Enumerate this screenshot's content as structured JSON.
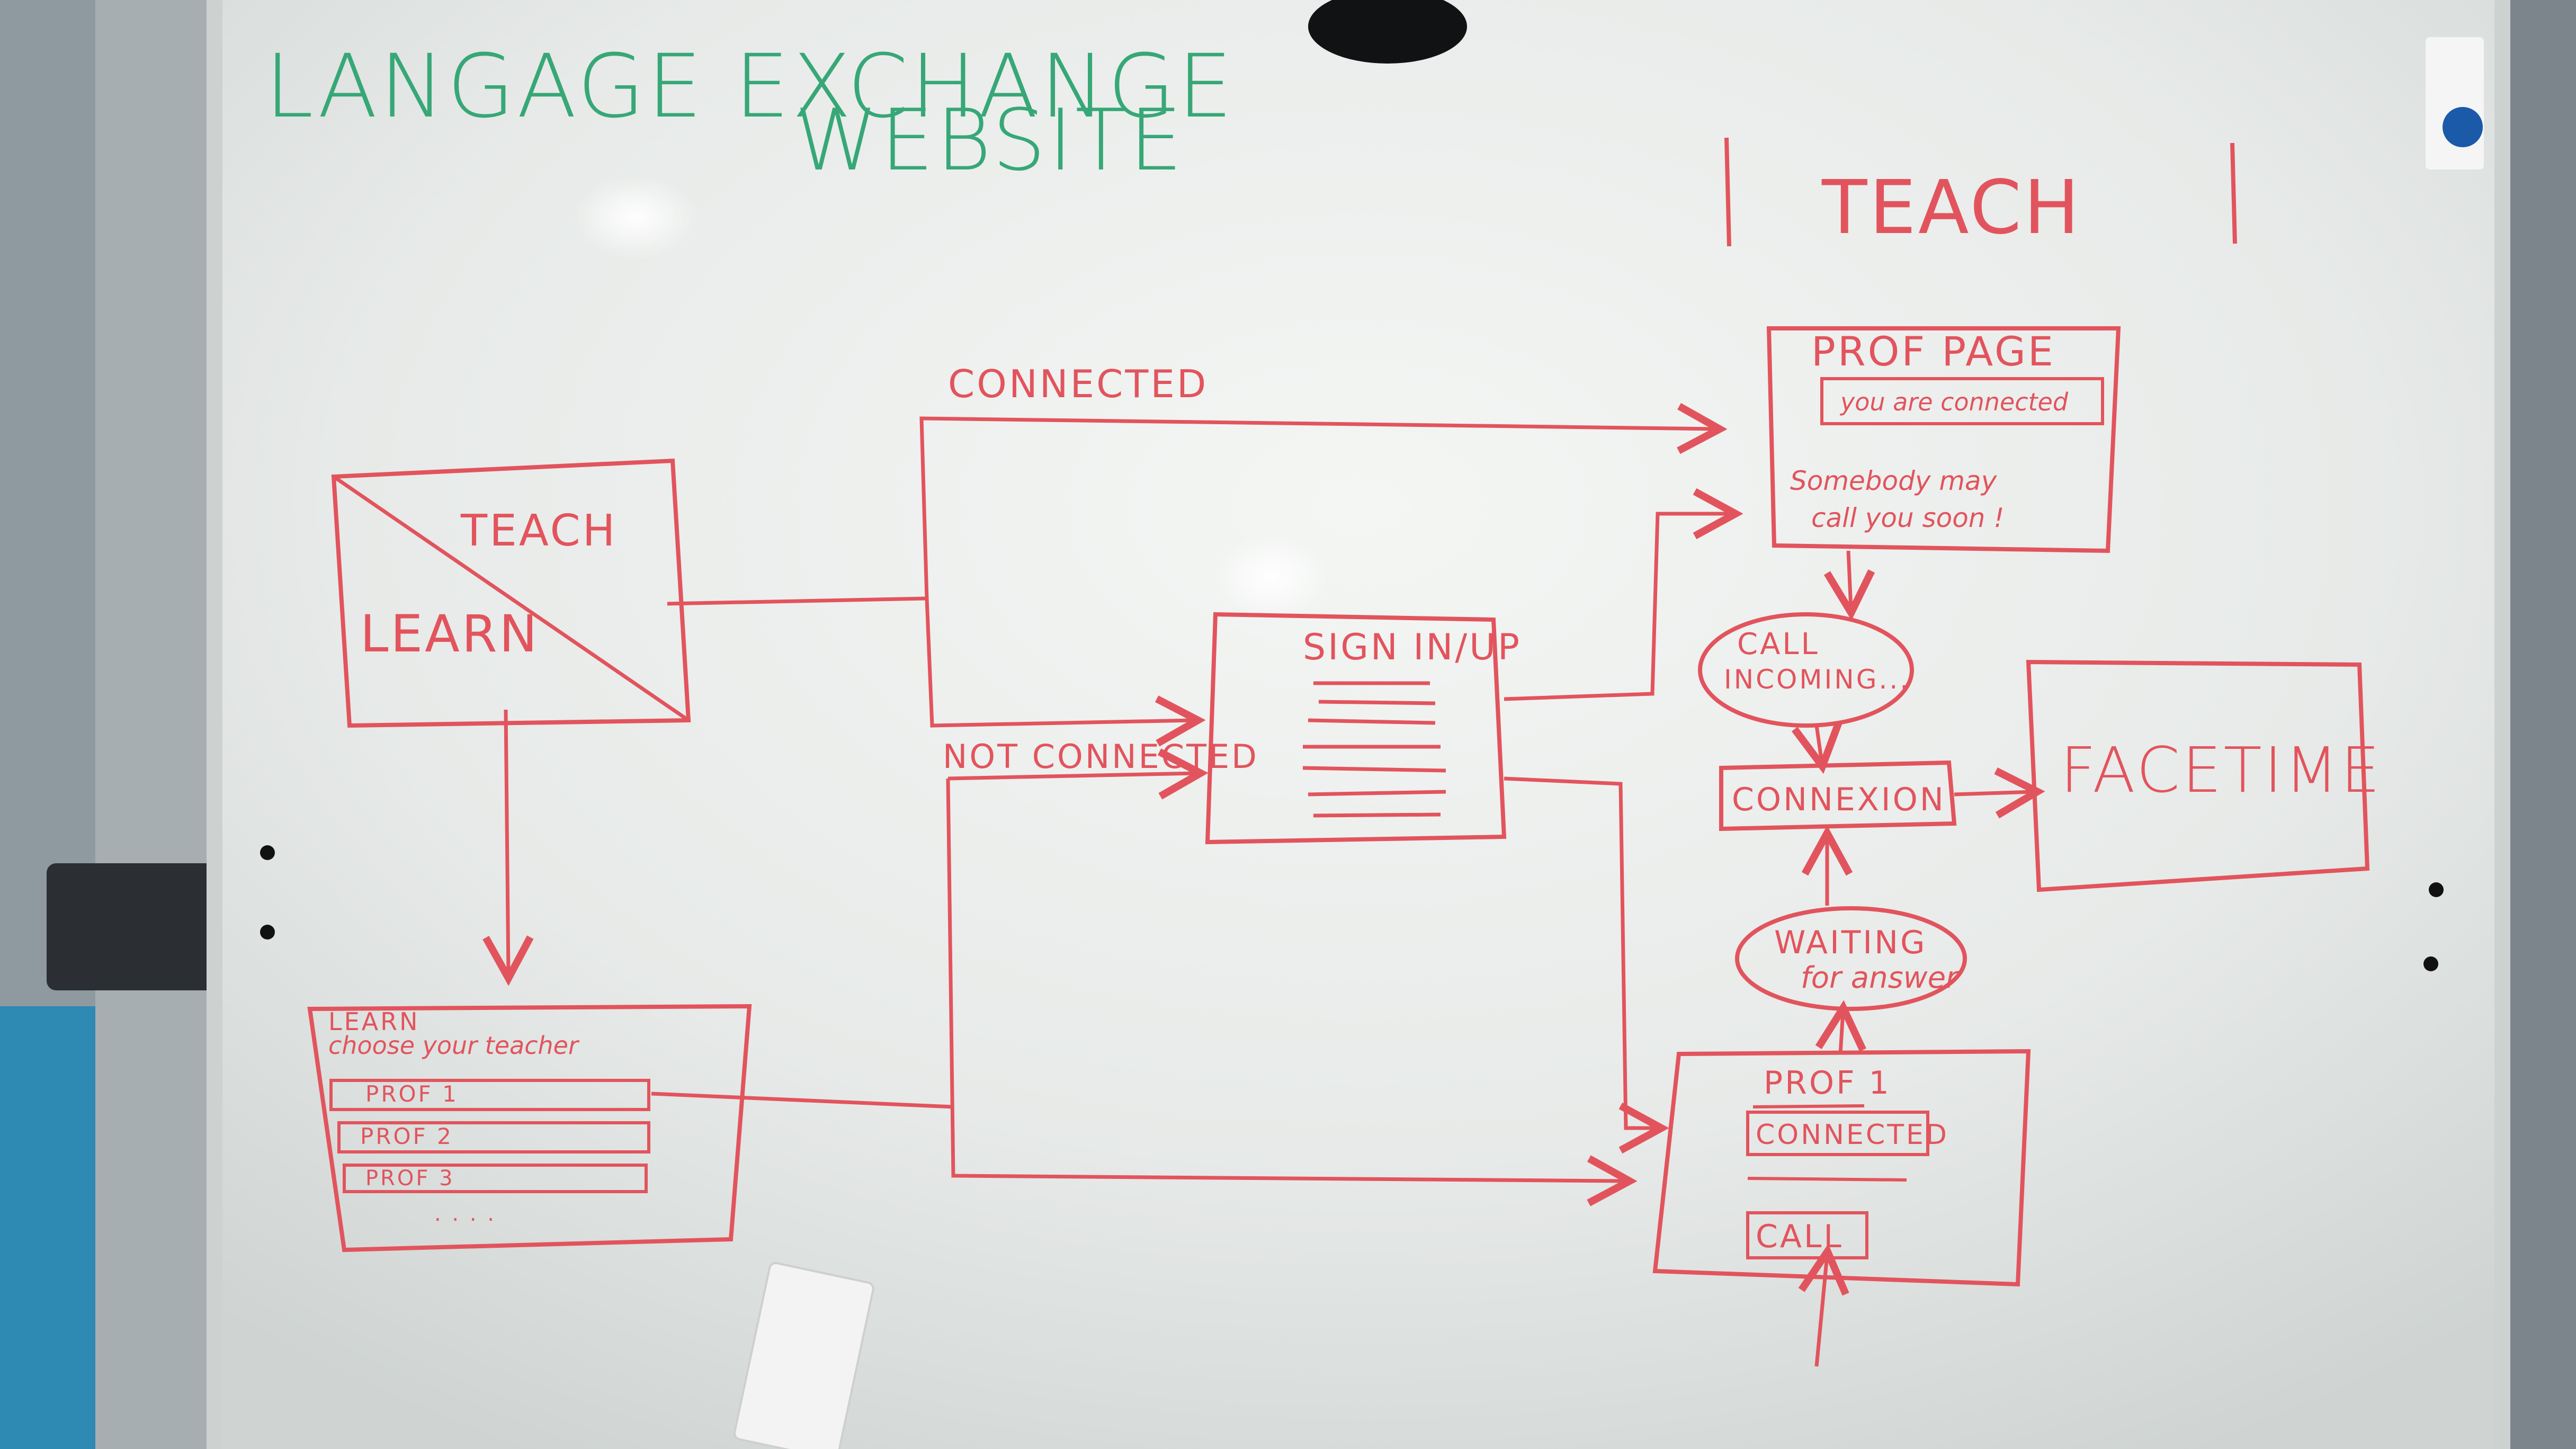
{
  "board": {
    "title_line1": "LANGAGE EXCHANGE",
    "title_line2": "WEBSITE",
    "section_teach": "TEACH"
  },
  "home": {
    "teach": "TEACH",
    "learn": "LEARN"
  },
  "flow": {
    "connected": "CONNECTED",
    "not_connected": "NOT CONNECTED"
  },
  "sign": {
    "title": "SIGN IN/UP"
  },
  "prof_page": {
    "title": "PROF PAGE",
    "connected_notice": "you are connected",
    "message_line1": "Somebody may",
    "message_line2": "call you soon !"
  },
  "call_incoming": {
    "line1": "CALL",
    "line2": "INCOMING..."
  },
  "connexion": "CONNEXION",
  "facetime": "FACETIME",
  "waiting": {
    "line1": "WAITING",
    "line2": "for answer"
  },
  "prof_detail": {
    "title": "PROF 1",
    "status": "CONNECTED",
    "call_button": "CALL"
  },
  "learn_list": {
    "title": "LEARN",
    "subtitle": "choose your teacher",
    "items": [
      "PROF 1",
      "PROF 2",
      "PROF 3"
    ],
    "more": ". . . ."
  },
  "colors": {
    "marker_red": "#e2545d",
    "marker_green": "#37a777",
    "board_white": "#eef0ee"
  }
}
